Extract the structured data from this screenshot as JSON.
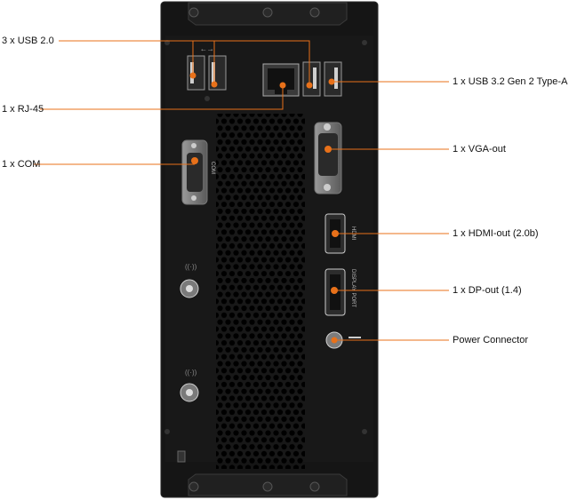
{
  "labels": {
    "usb2": "3 x USB 2.0",
    "rj45": "1 x RJ-45",
    "com": "1 x COM",
    "usb32": "1 x USB 3.2 Gen 2 Type-A",
    "vga": "1 x VGA-out",
    "hdmi": "1 x HDMI-out (2.0b)",
    "dp": "1 x DP-out (1.4)",
    "power": "Power Connector"
  },
  "port_text": {
    "com": "COM",
    "hdmi": "HDMI",
    "dp": "DISPLAY PORT"
  },
  "colors": {
    "chassis": "#141414",
    "accent": "#e8711a",
    "leader": "#e8711a",
    "label_text": "#111111"
  }
}
